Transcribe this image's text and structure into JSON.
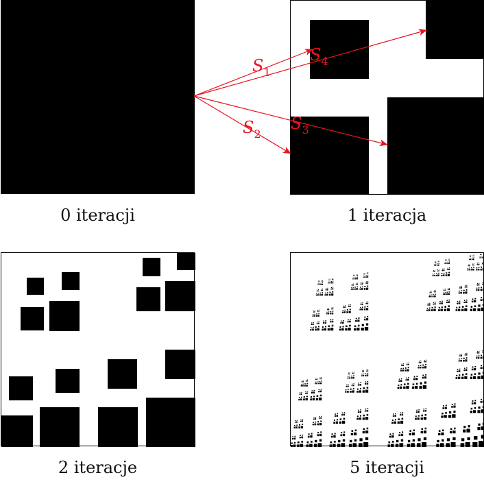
{
  "panels": [
    {
      "id": "iter0",
      "caption": "0 iteracji"
    },
    {
      "id": "iter1",
      "caption": "1 iteracja"
    },
    {
      "id": "iter2",
      "caption": "2 iteracje"
    },
    {
      "id": "iter5",
      "caption": "5 iteracji"
    }
  ],
  "maps": [
    {
      "letter": "S",
      "index": "1"
    },
    {
      "letter": "S",
      "index": "2"
    },
    {
      "letter": "S",
      "index": "3"
    },
    {
      "letter": "S",
      "index": "4"
    }
  ],
  "colors": {
    "fill": "#000000",
    "background": "#ffffff",
    "arrow": "#e8141e"
  }
}
